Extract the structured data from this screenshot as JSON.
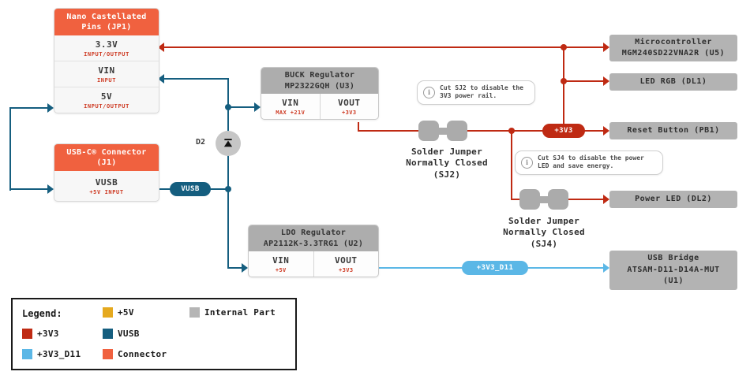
{
  "colors": {
    "p3v3": "#BF2A13",
    "p5v": "#E5A91E",
    "vusb": "#155E7F",
    "p3v3_d11": "#5BB7E6",
    "connector": "#F0613F",
    "internal": "#B5B5B5"
  },
  "nano_pins": {
    "title": "Nano Castellated Pins (JP1)",
    "rows": [
      {
        "name": "3.3V",
        "sub": "INPUT/OUTPUT"
      },
      {
        "name": "VIN",
        "sub": "INPUT"
      },
      {
        "name": "5V",
        "sub": "INPUT/OUTPUT"
      }
    ]
  },
  "usb_connector": {
    "title": "USB-C® Connector (J1)",
    "rows": [
      {
        "name": "VUSB",
        "sub": "+5V INPUT"
      }
    ]
  },
  "buck_regulator": {
    "title_line1": "BUCK Regulator",
    "title_line2": "MP2322GQH (U3)",
    "vin": {
      "name": "VIN",
      "sub": "MAX +21V"
    },
    "vout": {
      "name": "VOUT",
      "sub": "+3V3"
    }
  },
  "ldo_regulator": {
    "title_line1": "LDO Regulator",
    "title_line2": "AP2112K-3.3TRG1 (U2)",
    "vin": {
      "name": "VIN",
      "sub": "+5V"
    },
    "vout": {
      "name": "VOUT",
      "sub": "+3V3"
    }
  },
  "nets": {
    "vusb": "VUSB",
    "p3v3": "+3V3",
    "p3v3_d11": "+3V3_D11"
  },
  "diode": {
    "label": "D2"
  },
  "notes": {
    "sj2": "Cut SJ2 to disable the 3V3 power rail.",
    "sj4": "Cut SJ4 to disable the power LED and save energy."
  },
  "jumpers": {
    "sj2": {
      "line1": "Solder Jumper",
      "line2": "Normally Closed",
      "line3": "(SJ2)"
    },
    "sj4": {
      "line1": "Solder Jumper",
      "line2": "Normally Closed",
      "line3": "(SJ4)"
    }
  },
  "targets": {
    "microcontroller": {
      "line1": "Microcontroller",
      "line2": "MGM240SD22VNA2R (U5)"
    },
    "led_rgb": {
      "line1": "LED RGB (DL1)"
    },
    "reset_button": {
      "line1": "Reset Button (PB1)"
    },
    "power_led": {
      "line1": "Power LED (DL2)"
    },
    "usb_bridge": {
      "line1": "USB Bridge",
      "line2": "ATSAM-D11-D14A-MUT",
      "line3": "(U1)"
    }
  },
  "legend": {
    "title": "Legend:",
    "items": [
      {
        "label": "+5V",
        "color": "#E5A91E"
      },
      {
        "label": "Internal Part",
        "color": "#B5B5B5"
      },
      {
        "label": "+3V3",
        "color": "#BF2A13"
      },
      {
        "label": "VUSB",
        "color": "#155E7F"
      },
      {
        "label": "+3V3_D11",
        "color": "#5BB7E6"
      },
      {
        "label": "Connector",
        "color": "#F0613F"
      }
    ]
  }
}
